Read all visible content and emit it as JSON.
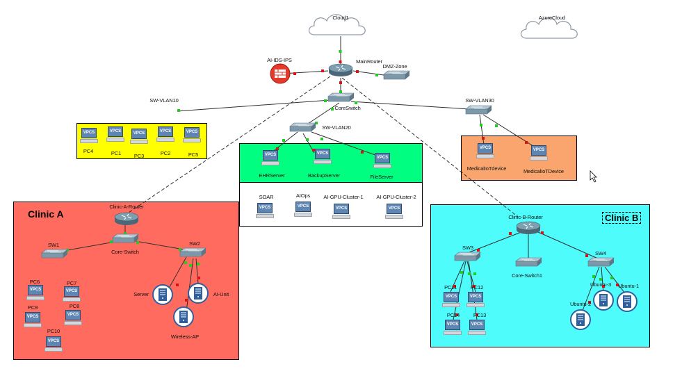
{
  "colors": {
    "link": "#2f2f2f",
    "port_up": "#22cc22",
    "port_down": "#dd1111",
    "zone_yellow": "#ffff00",
    "zone_green": "#00ff80",
    "zone_orange": "#f9a56d",
    "zone_red": "#ff6b5e",
    "zone_cyan": "#4ffcfc",
    "firewall": "#e53a2b",
    "router": "#607f8f",
    "switch": "#8fa8b8"
  },
  "zones": {
    "clinic_a": "Clinic A",
    "clinic_b": "Clinic B"
  },
  "nodes": {
    "cloud1": "Cloud1",
    "azure": "AzureCloud",
    "ids": "AI-IDS-IPS",
    "main_router": "MainRouter",
    "dmz": "DMZ-Zone",
    "core_switch": "CoreSwitch",
    "sw_vlan10": "SW-VLAN10",
    "sw_vlan20": "SW-VLAN20",
    "sw_vlan30": "SW-VLAN30",
    "pc4": "PC4",
    "pc1": "PC1",
    "pc3": "PC3",
    "pc2": "PC2",
    "pc5": "PC5",
    "ehr": "EHRServer",
    "backup": "BackupServer",
    "file": "FileServer",
    "soar": "SOAR",
    "aiops": "AIOps",
    "gpu1": "AI-GPU-Cluster-1",
    "gpu2": "AI-GPU-Cluster-2",
    "med1": "MedicalIoTdevice",
    "med2": "MedicalIoTDevice",
    "ca_router": "Clinic-A-Router",
    "ca_core": "Core-Switch",
    "sw1": "SW1",
    "sw2": "SW2",
    "server": "Server",
    "aiunit": "AI-Unit",
    "wap": "Wireless-AP",
    "pc6": "PC6",
    "pc7": "PC7",
    "pc9": "PC9",
    "pc8": "PC8",
    "pc10": "PC10",
    "cb_router": "Clinic-B-Router",
    "sw3": "SW3",
    "core_switch1": "Core-Switch1",
    "sw4": "SW4",
    "pc11": "PC11",
    "pc12": "PC12",
    "pc14": "PC14",
    "pc13": "PC13",
    "ubuntu3": "Ubuntu-3",
    "ubuntu1": "Ubuntu-1",
    "ubuntu2": "Ubuntu-2"
  },
  "vpcs_text": "VPCS"
}
